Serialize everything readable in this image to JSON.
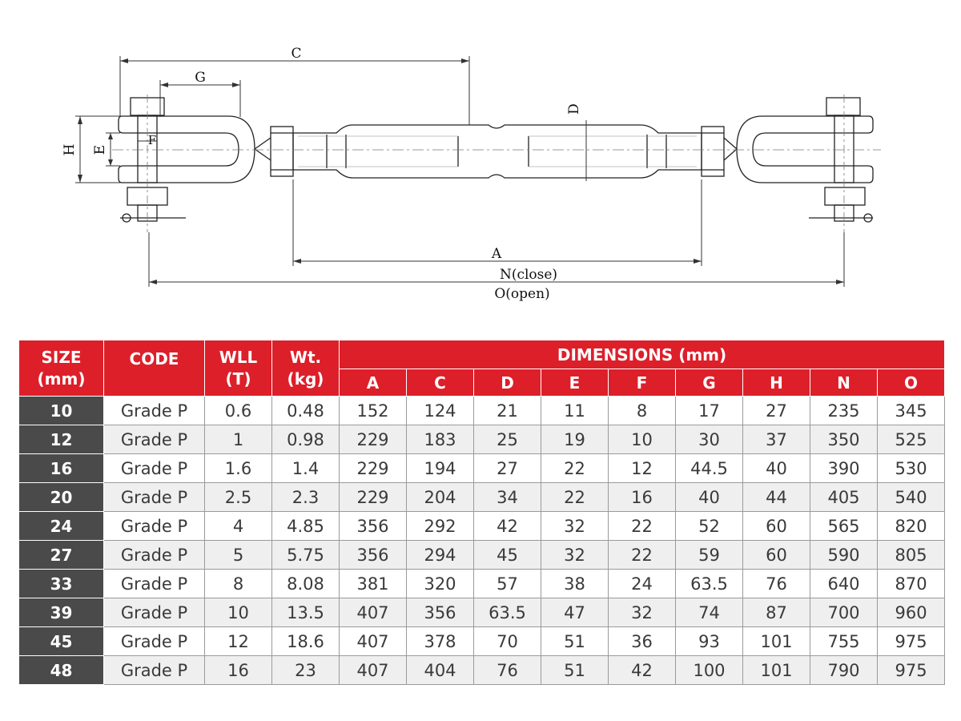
{
  "drawing": {
    "labels": {
      "C": "C",
      "G": "G",
      "D": "D",
      "H": "H",
      "E": "E",
      "F": "F",
      "A": "A",
      "N": "N(close)",
      "O": "O(open)"
    }
  },
  "table": {
    "headers": {
      "size": [
        "SIZE",
        "(mm)"
      ],
      "code": "CODE",
      "wll": [
        "WLL",
        "(T)"
      ],
      "wt": [
        "Wt.",
        "(kg)"
      ],
      "dimensions": "DIMENSIONS (mm)",
      "dims": [
        "A",
        "C",
        "D",
        "E",
        "F",
        "G",
        "H",
        "N",
        "O"
      ]
    },
    "rows": [
      [
        "10",
        "Grade P",
        "0.6",
        "0.48",
        "152",
        "124",
        "21",
        "11",
        "8",
        "17",
        "27",
        "235",
        "345"
      ],
      [
        "12",
        "Grade P",
        "1",
        "0.98",
        "229",
        "183",
        "25",
        "19",
        "10",
        "30",
        "37",
        "350",
        "525"
      ],
      [
        "16",
        "Grade P",
        "1.6",
        "1.4",
        "229",
        "194",
        "27",
        "22",
        "12",
        "44.5",
        "40",
        "390",
        "530"
      ],
      [
        "20",
        "Grade P",
        "2.5",
        "2.3",
        "229",
        "204",
        "34",
        "22",
        "16",
        "40",
        "44",
        "405",
        "540"
      ],
      [
        "24",
        "Grade P",
        "4",
        "4.85",
        "356",
        "292",
        "42",
        "32",
        "22",
        "52",
        "60",
        "565",
        "820"
      ],
      [
        "27",
        "Grade P",
        "5",
        "5.75",
        "356",
        "294",
        "45",
        "32",
        "22",
        "59",
        "60",
        "590",
        "805"
      ],
      [
        "33",
        "Grade P",
        "8",
        "8.08",
        "381",
        "320",
        "57",
        "38",
        "24",
        "63.5",
        "76",
        "640",
        "870"
      ],
      [
        "39",
        "Grade P",
        "10",
        "13.5",
        "407",
        "356",
        "63.5",
        "47",
        "32",
        "74",
        "87",
        "700",
        "960"
      ],
      [
        "45",
        "Grade P",
        "12",
        "18.6",
        "407",
        "378",
        "70",
        "51",
        "36",
        "93",
        "101",
        "755",
        "975"
      ],
      [
        "48",
        "Grade P",
        "16",
        "23",
        "407",
        "404",
        "76",
        "51",
        "42",
        "100",
        "101",
        "790",
        "975"
      ]
    ],
    "colors": {
      "header_red": "#dd1f2a",
      "size_cell_gray": "#4a4a4a",
      "stripe": "#efefef"
    }
  }
}
